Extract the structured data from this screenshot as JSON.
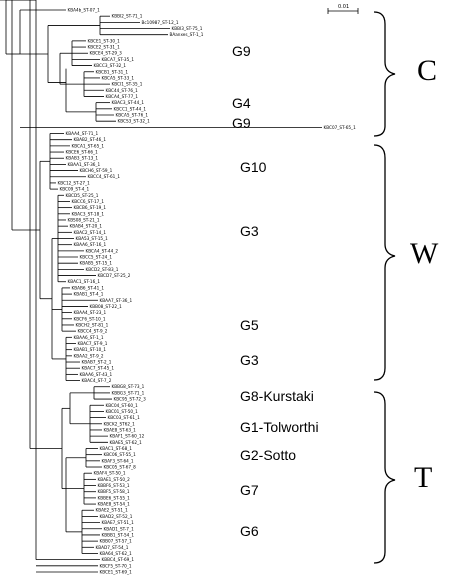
{
  "scale_bar": {
    "label": "0.01"
  },
  "clusters": [
    {
      "label": "C"
    },
    {
      "label": "W"
    },
    {
      "label": "T"
    }
  ],
  "groups": [
    {
      "label": "G9"
    },
    {
      "label": "G4"
    },
    {
      "label": "G9"
    },
    {
      "label": "G10"
    },
    {
      "label": "G3"
    },
    {
      "label": "G5"
    },
    {
      "label": "G3"
    },
    {
      "label": "G8-Kurstaki"
    },
    {
      "label": "G1-Tolworthi"
    },
    {
      "label": "G2-Sotto"
    },
    {
      "label": "G7"
    },
    {
      "label": "G6"
    }
  ],
  "leaves": [
    "KBA4b_ST-07_1",
    "KBBI2_ST-71_1",
    "Bc10987_ST-12_1",
    "KBBI3_ST-75_1",
    "BAanxes_ST-1_1",
    "KBCE1_ST-30_1",
    "KBCE2_ST-31_1",
    "KBCE4_ST-29_3",
    "KBCA7_ST-35_1",
    "KBCC3_ST-32_1",
    "KBCB1_ST-31_1",
    "KBCA5_ST-33_1",
    "KBCI1_ST-35_1",
    "KBC44_ST-76_1",
    "KBCA4_ST-77_1",
    "KBAC3_ST-44_1",
    "KBCC1_ST-44_1",
    "KBCA5_ST-76_1",
    "KBCS3_ST-32_1",
    "KBC07_ST-65_1",
    "KBAA4_ST-71_1",
    "KBAB2_ST-46_1",
    "KBCA1_ST-65_1",
    "KBCE6_ST-66_1",
    "KBAB3_ST-13_1",
    "KBAA1_ST-36_1",
    "KBCH6_ST-59_1",
    "KBCC4_ST-61_1",
    "KBC12_ST-27_1",
    "KBC09_ST-4_1",
    "KBCD5_ST-25_1",
    "KBCC6_ST-17_1",
    "KBCB6_ST-19_1",
    "KBAC3_ST-18_1",
    "KBS08_ST-21_1",
    "KBAB4_ST-20_1",
    "KBAC2_ST-14_1",
    "KBA53_ST-15_1",
    "KBAA6_ST-16_1",
    "KBCA4_ST-44_2",
    "KBCC5_ST-24_1",
    "KBAB5_ST-15_1",
    "KBCD2_ST-83_1",
    "KBCD7_ST-25_2",
    "KBAC1_ST-16_1",
    "KBAB6_ST-41_1",
    "KBAB1_ST-4_1",
    "KBAA7_ST-36_1",
    "KBB08_ST-22_1",
    "KBAA4_ST-23_1",
    "KBCF6_ST-10_1",
    "KBCH2_ST-81_1",
    "KBCC4_ST-9_2",
    "KBAA6_ST-1_1",
    "KBAC7_ST-9_1",
    "KBAB1_ST-10_1",
    "KBAA2_ST-9_2",
    "KBAB7_ST-2_1",
    "KBAC7_ST-45_1",
    "KBAA6_ST-43_1",
    "KBAC4_ST-7_2",
    "KBBG8_ST-73_1",
    "KBBG3_ST-71_1",
    "KBC95_ST-72_3",
    "KBC04_ST-60_1",
    "KBC01_ST-50_1",
    "KBC03_ST-61_1",
    "KBCK2_ST62_1",
    "KBAE8_ST-63_1",
    "KBAF1_ST-60_12",
    "KBAE5_ST-62_1",
    "KBAC1_ST-68_1",
    "KBC06_ST-55_1",
    "KBAF3_ST-64_1",
    "KBC05_ST-67_8",
    "KBAF4_ST-50_1",
    "KBAE1_ST-50_2",
    "KBBF6_ST-53_1",
    "KBBF5_ST-58_1",
    "KBBE6_ST-55_1",
    "KBAE8_ST-54_1",
    "KBAE2_ST-51_1",
    "KBAD2_ST-52_1",
    "KBAE7_ST-51_1",
    "KBAD1_ST-7_1",
    "KBBB1_ST-54_1",
    "KBB07_ST-57_1",
    "KBAD7_ST-54_1",
    "KBA64_ST-62_1",
    "KBBC4_ST-69_1",
    "KBCF5_ST-70_1",
    "KBCE1_ST-69_1"
  ]
}
